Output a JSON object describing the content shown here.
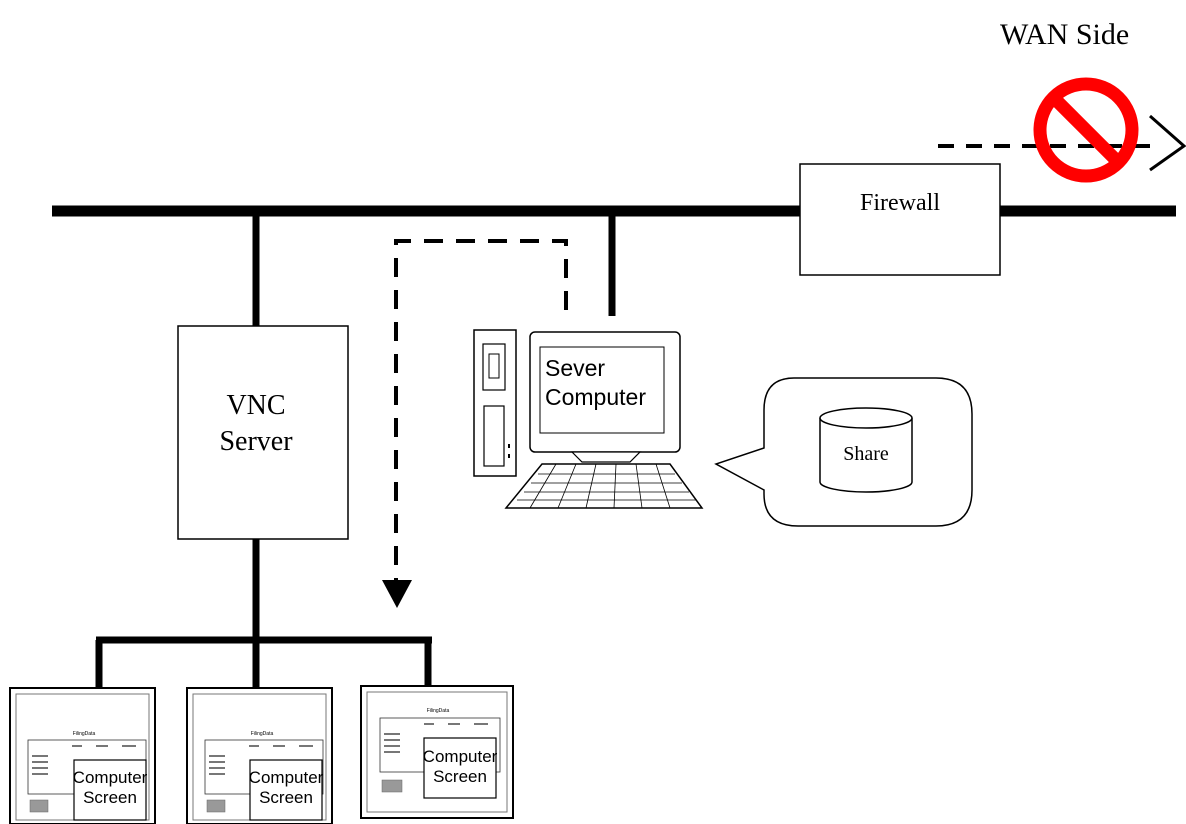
{
  "wan": {
    "label": "WAN Side",
    "blocked": true
  },
  "firewall": {
    "label": "Firewall"
  },
  "vnc": {
    "line1": "VNC",
    "line2": "Server"
  },
  "server": {
    "line1": "Sever",
    "line2": "Computer"
  },
  "share": {
    "label": "Share"
  },
  "terminals": [
    {
      "line1": "Computer",
      "line2": "Screen",
      "header": "FilingData"
    },
    {
      "line1": "Computer",
      "line2": "Screen",
      "header": "FilingData"
    },
    {
      "line1": "Computer",
      "line2": "Screen",
      "header": "FilingData"
    }
  ],
  "colors": {
    "line": "#000000",
    "prohibit": "#ff0000",
    "background": "#ffffff"
  }
}
